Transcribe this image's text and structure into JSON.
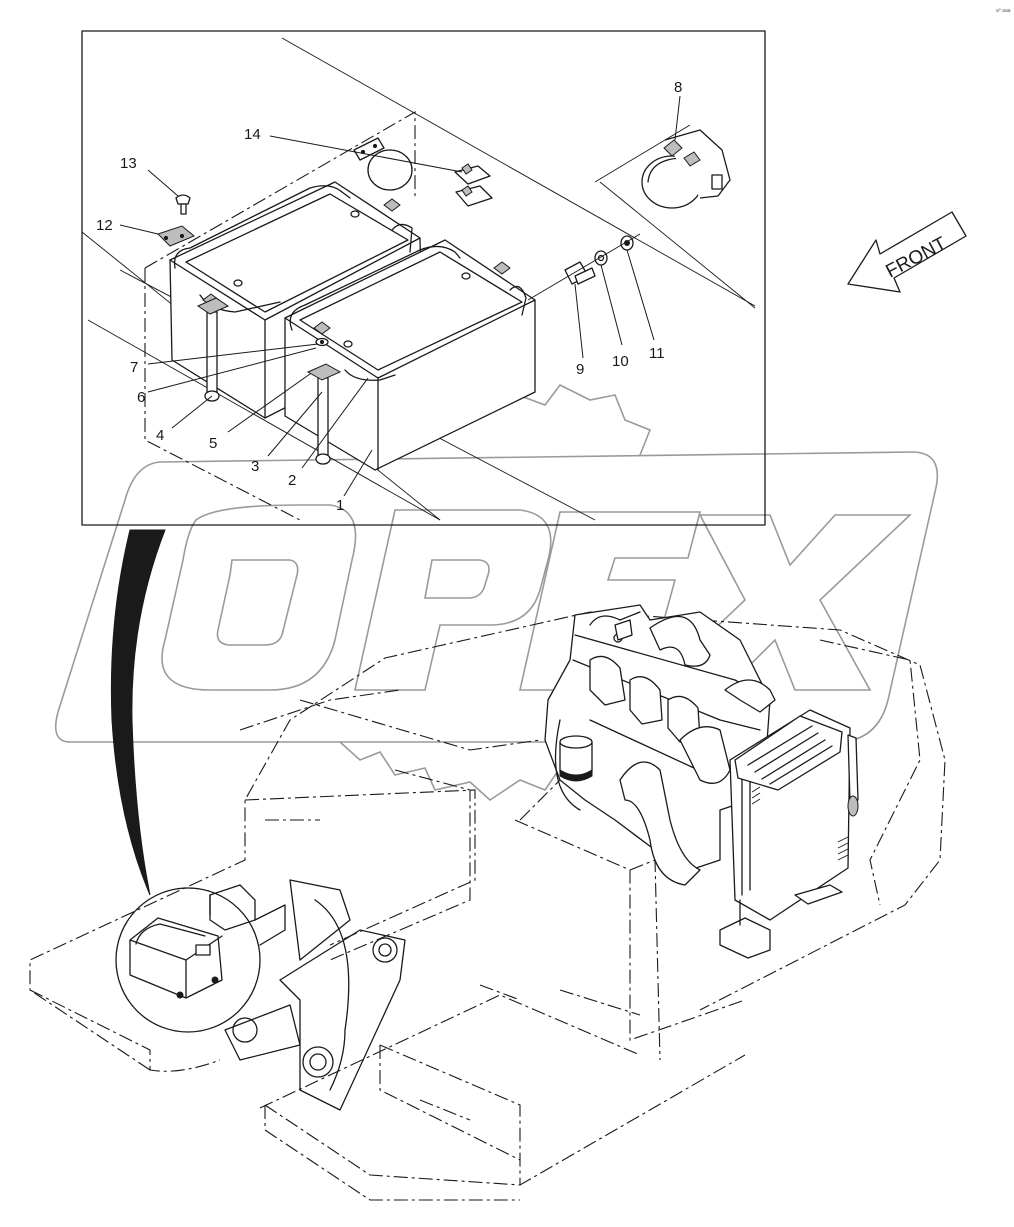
{
  "callouts": [
    "1",
    "2",
    "3",
    "4",
    "5",
    "6",
    "7",
    "8",
    "9",
    "10",
    "11",
    "12",
    "13",
    "14"
  ],
  "front_arrow": {
    "label": "FRONT"
  },
  "watermark": {
    "text": "OPEX"
  },
  "corner_mark": "a⁰ aaa"
}
